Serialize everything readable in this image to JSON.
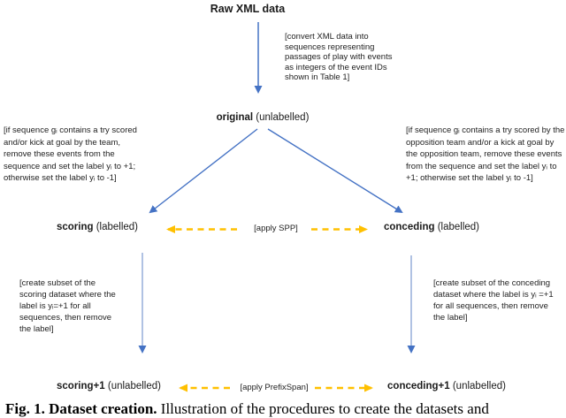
{
  "title": "Raw XML data",
  "nodes": {
    "original": {
      "name": "original",
      "suffix": " (unlabelled)"
    },
    "scoring": {
      "name": "scoring",
      "suffix": " (labelled)"
    },
    "conceding": {
      "name": "conceding",
      "suffix": " (labelled)"
    },
    "scoring_plus1": {
      "name": "scoring+1",
      "suffix": " (unlabelled)"
    },
    "conceding_plus1": {
      "name": "conceding+1",
      "suffix": " (unlabelled)"
    }
  },
  "annotations": {
    "convert": "[convert XML data into sequences representing passages of play with events as integers of the event IDs shown in Table 1]",
    "label_team": "[if sequence gᵢ contains a try scored and/or kick at goal by the team, remove these events from the sequence and set the label yᵢ to +1; otherwise set the label yᵢ to -1]",
    "label_opposition": "[if sequence gᵢ contains a try scored by the opposition team and/or a kick at goal by the opposition team, remove these events from the sequence and set the label yᵢ to +1; otherwise set the label yᵢ to -1]",
    "subset_scoring": "[create subset of the scoring dataset where the label is yᵢ=+1 for all sequences, then remove the label]",
    "subset_conceding": "[create subset of the conceding dataset where the label is yᵢ =+1 for all sequences, then remove the label]"
  },
  "process_labels": {
    "apply_spp": "[apply SPP]",
    "apply_prefixspan": "[apply PrefixSpan]"
  },
  "caption": {
    "label": "Fig. 1. Dataset creation.",
    "text": " Illustration of the procedures to create the datasets and"
  },
  "colors": {
    "arrow_blue": "#4472C4",
    "arrow_blue_light": "#9DB3DC",
    "arrow_orange": "#FFC000"
  }
}
